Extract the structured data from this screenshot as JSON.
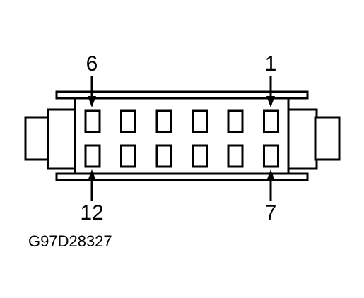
{
  "pin_labels": {
    "top_left": "6",
    "top_right": "1",
    "bottom_left": "12",
    "bottom_right": "7"
  },
  "figure_id": "G97D28327",
  "connector": {
    "columns": 6,
    "rows": 2,
    "pin_count": 12
  }
}
